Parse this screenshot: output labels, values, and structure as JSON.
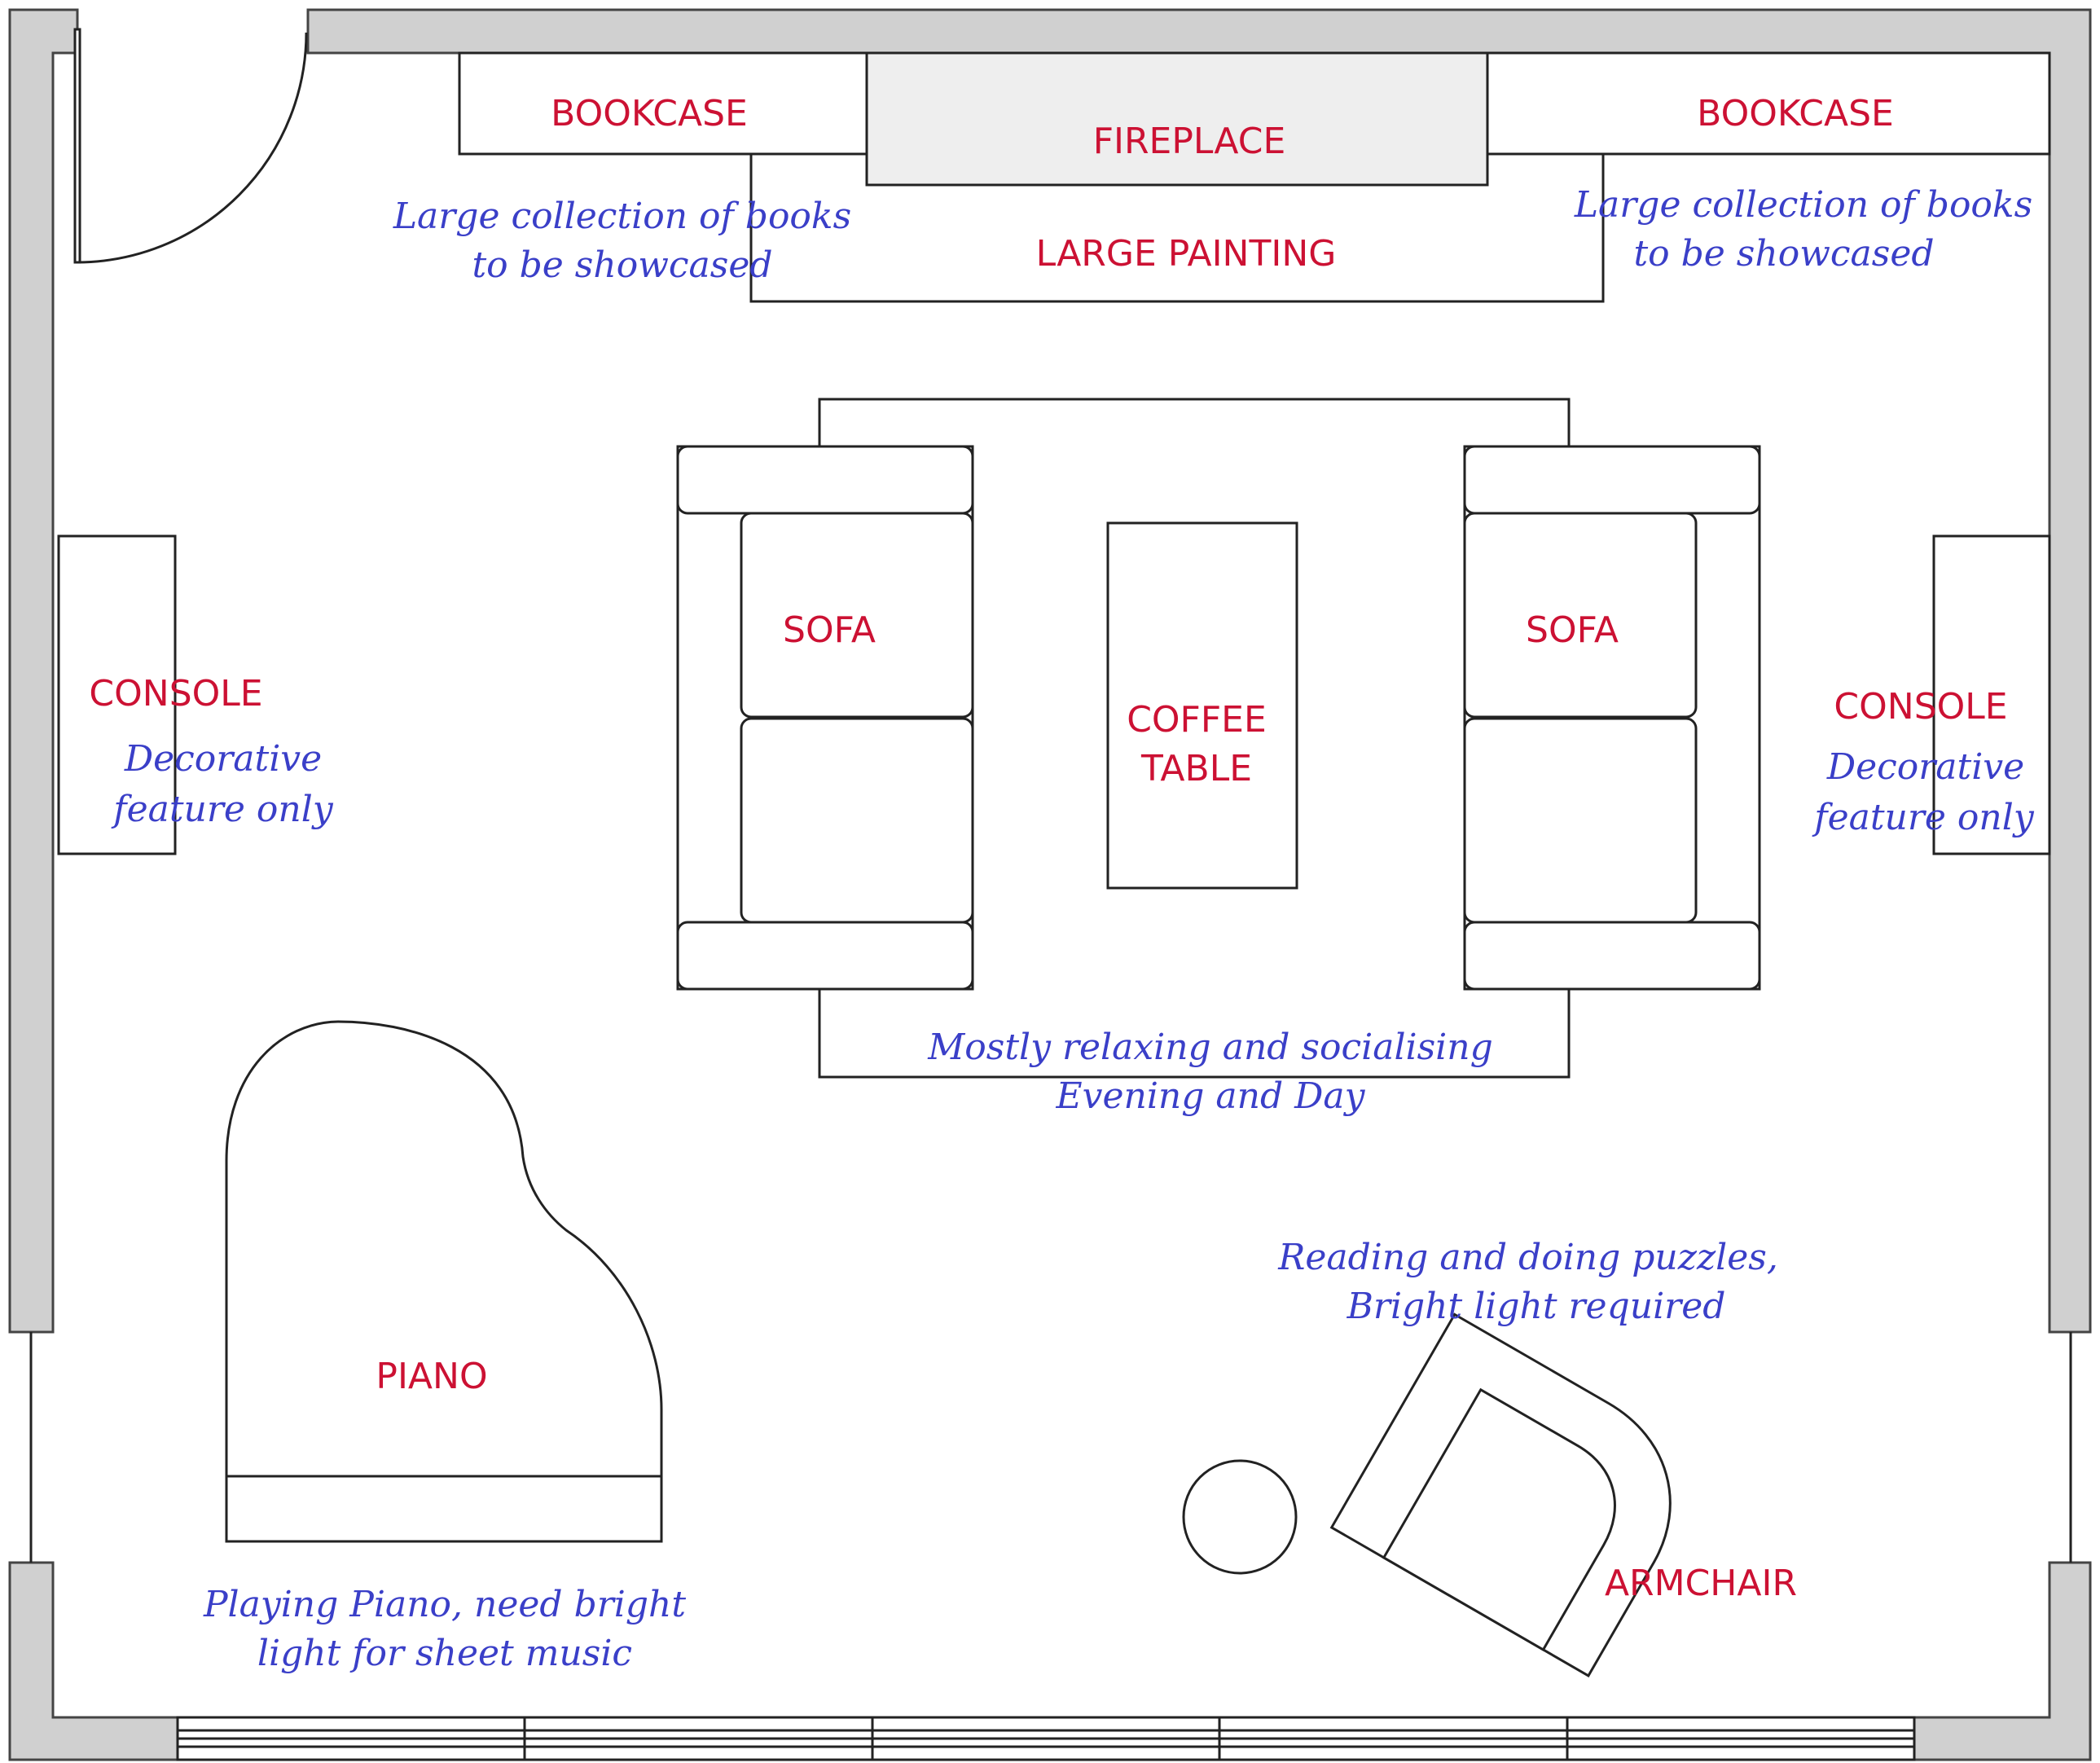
{
  "colors": {
    "wall_fill": "#d0d0d0",
    "wall_stroke": "#444444",
    "line": "#222222",
    "fireplace_fill": "#eeeeee",
    "label": "#cc1133",
    "note": "#3a3fc8"
  },
  "labels": {
    "bookcase_left": "BOOKCASE",
    "fireplace": "FIREPLACE",
    "bookcase_right": "BOOKCASE",
    "large_painting": "LARGE PAINTING",
    "sofa_left": "SOFA",
    "sofa_right": "SOFA",
    "coffee_table_line1": "COFFEE",
    "coffee_table_line2": "TABLE",
    "console_left": "CONSOLE",
    "console_right": "CONSOLE",
    "piano": "PIANO",
    "armchair": "ARMCHAIR"
  },
  "notes": {
    "books_left_line1": "Large collection of books",
    "books_left_line2": "to be showcased",
    "books_right_line1": "Large collection of books",
    "books_right_line2": "to be showcased",
    "console_left_line1": "Decorative",
    "console_left_line2": "feature only",
    "console_right_line1": "Decorative",
    "console_right_line2": "feature only",
    "seating_line1": "Mostly relaxing and socialising",
    "seating_line2": "Evening and Day",
    "reading_line1": "Reading and doing puzzles,",
    "reading_line2": "Bright light required",
    "piano_line1": "Playing Piano, need bright",
    "piano_line2": "light for sheet music"
  }
}
